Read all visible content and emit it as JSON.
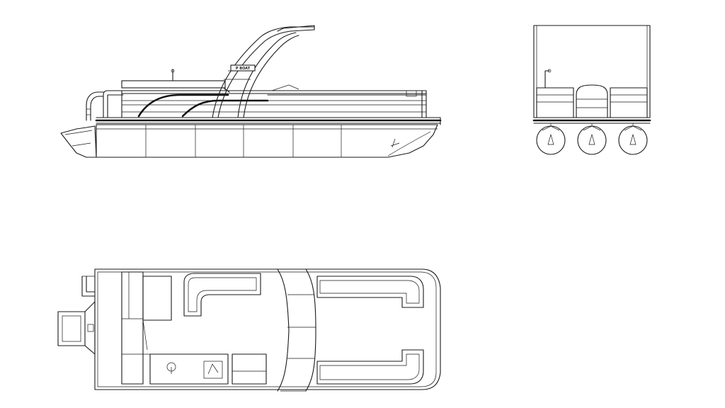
{
  "drawing": {
    "views": [
      {
        "id": "side",
        "name": "side-elevation"
      },
      {
        "id": "rear",
        "name": "rear-elevation"
      },
      {
        "id": "top",
        "name": "plan-view"
      }
    ],
    "arch_logo_text": "P BOAT",
    "pontoon_count": 3
  }
}
